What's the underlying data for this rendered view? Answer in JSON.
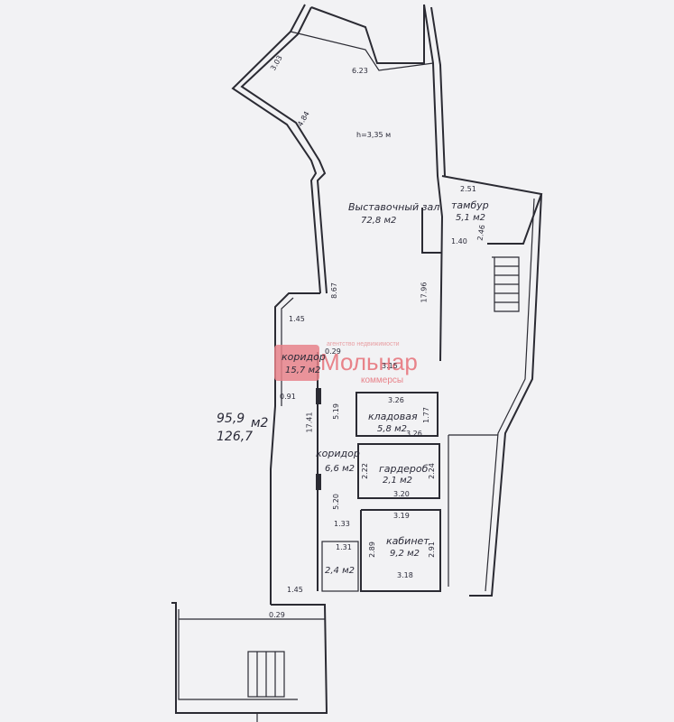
{
  "rooms": {
    "hall": {
      "name": "Выставочный зал",
      "area": "72,8 м2",
      "height": "h=3,35 м"
    },
    "vestibule": {
      "name": "тамбур",
      "area": "5,1 м2"
    },
    "corridor1": {
      "name": "коридор",
      "area": "15,7 м2"
    },
    "pantry": {
      "name": "кладовая",
      "area": "5,8 м2"
    },
    "corridor2": {
      "name": "коридор",
      "area": "6,6 м2"
    },
    "wardrobe": {
      "name": "гардероб",
      "area": "2,1 м2"
    },
    "office": {
      "name": "кабинет",
      "area": "9,2 м2"
    },
    "wc": {
      "area": "2,4 м2"
    }
  },
  "totals": {
    "line1": "95,9",
    "unit": "м2",
    "line2": "126,7"
  },
  "dimensions": {
    "d1": "3.03",
    "d2": "6.23",
    "d3": "4.84",
    "d4": "2.51",
    "d5": "1.40",
    "d6": "2.46",
    "d7": "8.67",
    "d8": "17.96",
    "d9": "1.45",
    "d10": "0.29",
    "d11": "0.91",
    "d12": "3.15",
    "d13": "3.26",
    "d14": "1.77",
    "d15": "3.26",
    "d16": "17.41",
    "d17": "5.19",
    "d18": "2.22",
    "d19": "2.24",
    "d20": "5.20",
    "d21": "3.20",
    "d22": "3.19",
    "d23": "1.33",
    "d24": "1.31",
    "d25": "2.89",
    "d26": "2.91",
    "d27": "3.18",
    "d28": "1.45",
    "d29": "0.29"
  },
  "watermark": {
    "brand": "Мольнар",
    "sub": "коммерсы",
    "top": "агентство недвижимости"
  },
  "colors": {
    "ink": "#2b2b33",
    "watermark": "#e8838a"
  }
}
